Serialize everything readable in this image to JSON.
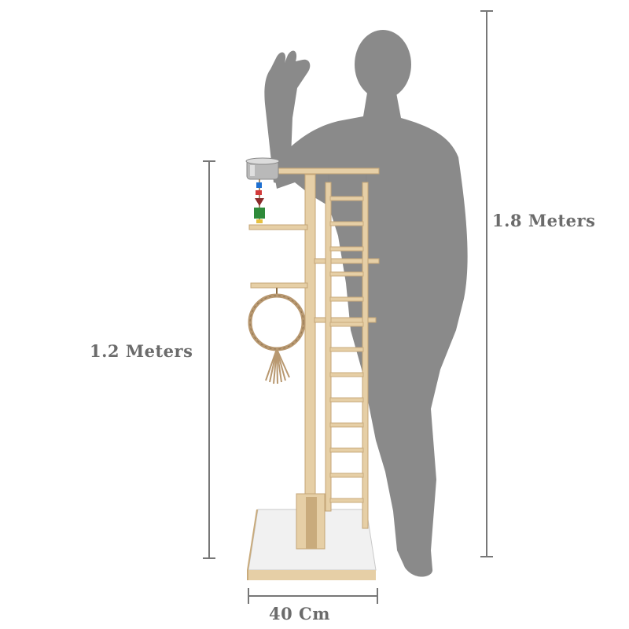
{
  "dimensions": {
    "person_height": "1.8 Meters",
    "stand_height": "1.2 Meters",
    "base_width": "40 Cm"
  },
  "colors": {
    "silhouette": "#8a8a8a",
    "dimension_line": "#777777",
    "label_text": "#6b6b6b",
    "wood": "#e6cfa6",
    "wood_shade": "#c9ab7c",
    "base_top": "#f1f1f1",
    "rope": "#b89870",
    "bowl": "#b9b9b9"
  }
}
